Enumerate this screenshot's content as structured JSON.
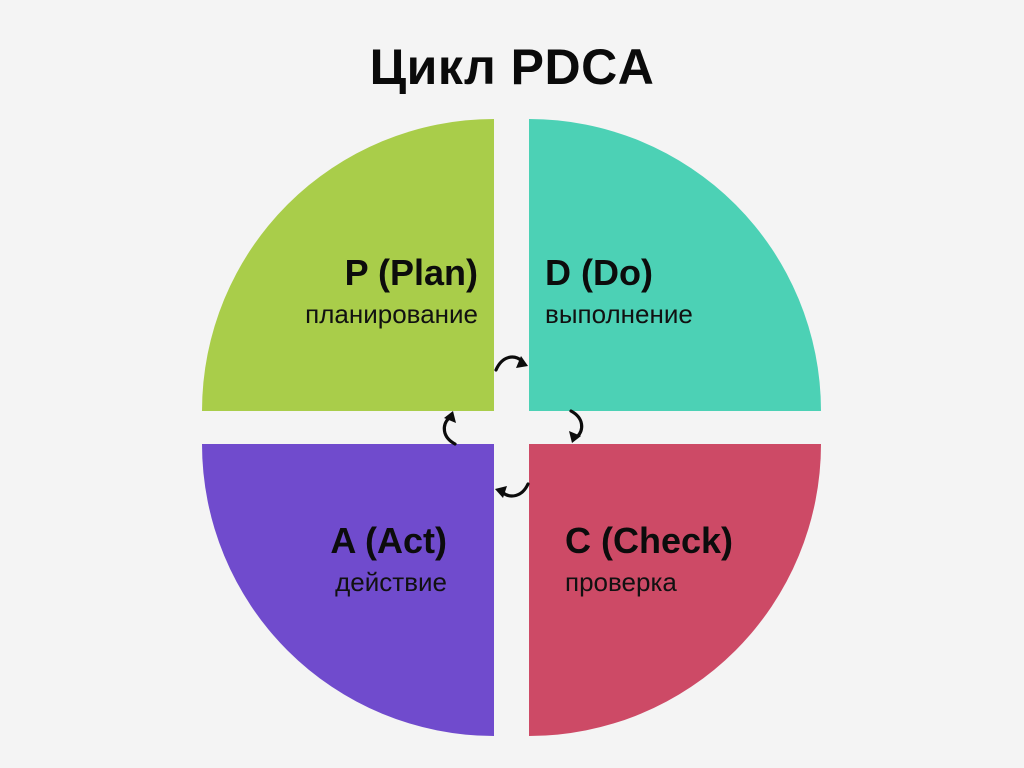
{
  "title": "Цикл PDCA",
  "quadrants": {
    "plan": {
      "title": "P (Plan)",
      "subtitle": "планирование",
      "color": "#a9cd4a"
    },
    "do": {
      "title": "D (Do)",
      "subtitle": "выполнение",
      "color": "#4cd1b5"
    },
    "check": {
      "title": "C (Check)",
      "subtitle": "проверка",
      "color": "#cd4a66"
    },
    "act": {
      "title": "A (Act)",
      "subtitle": "действие",
      "color": "#704bcd"
    }
  },
  "colors": {
    "background": "#f4f4f4",
    "text": "#0c0c0c",
    "arrow": "#0c0c0c"
  }
}
